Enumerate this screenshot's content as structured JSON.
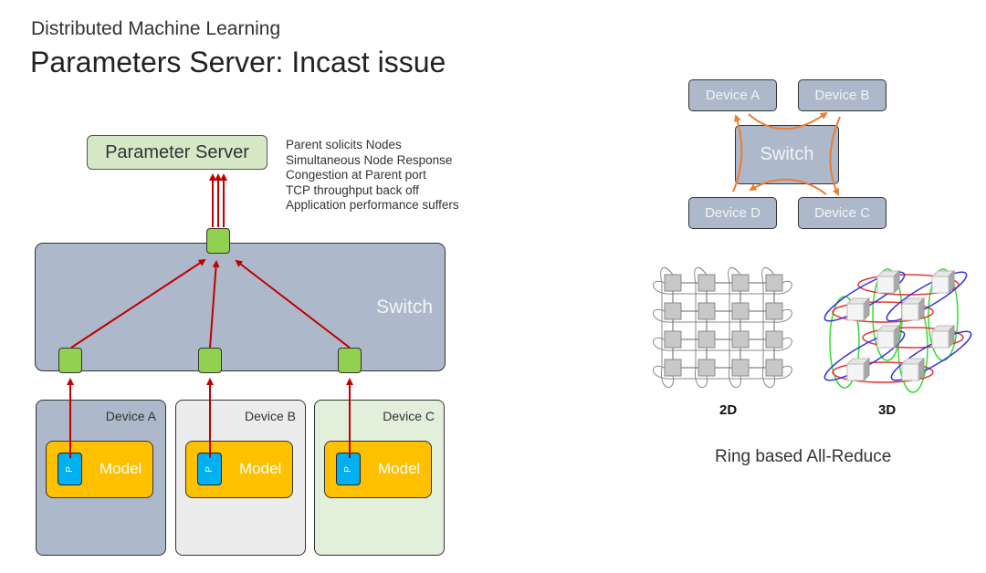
{
  "header": {
    "subtitle": "Distributed Machine Learning",
    "title": "Parameters Server: Incast issue"
  },
  "parameter_server": {
    "label": "Parameter Server",
    "notes": [
      "Parent solicits Nodes",
      "Simultaneous Node Response",
      "Congestion at Parent port",
      "TCP throughput back off",
      "Application performance suffers"
    ]
  },
  "switch": {
    "label": "Switch"
  },
  "devices": [
    {
      "label": "Device A",
      "model_label": "Model",
      "param_label": "P",
      "color": "#adb9ca"
    },
    {
      "label": "Device B",
      "model_label": "Model",
      "param_label": "P",
      "color": "#ececec"
    },
    {
      "label": "Device C",
      "model_label": "Model",
      "param_label": "P",
      "color": "#e2efda"
    }
  ],
  "colors": {
    "arrow": "#c00000",
    "port": "#92d050",
    "model": "#ffc000",
    "param": "#00b0f0",
    "ring_arrow": "#ed7d31"
  },
  "ring_diagram": {
    "switch_label": "Switch",
    "devices": [
      "Device A",
      "Device B",
      "Device C",
      "Device D"
    ],
    "topologies": [
      "2D",
      "3D"
    ],
    "caption": "Ring based All-Reduce"
  }
}
